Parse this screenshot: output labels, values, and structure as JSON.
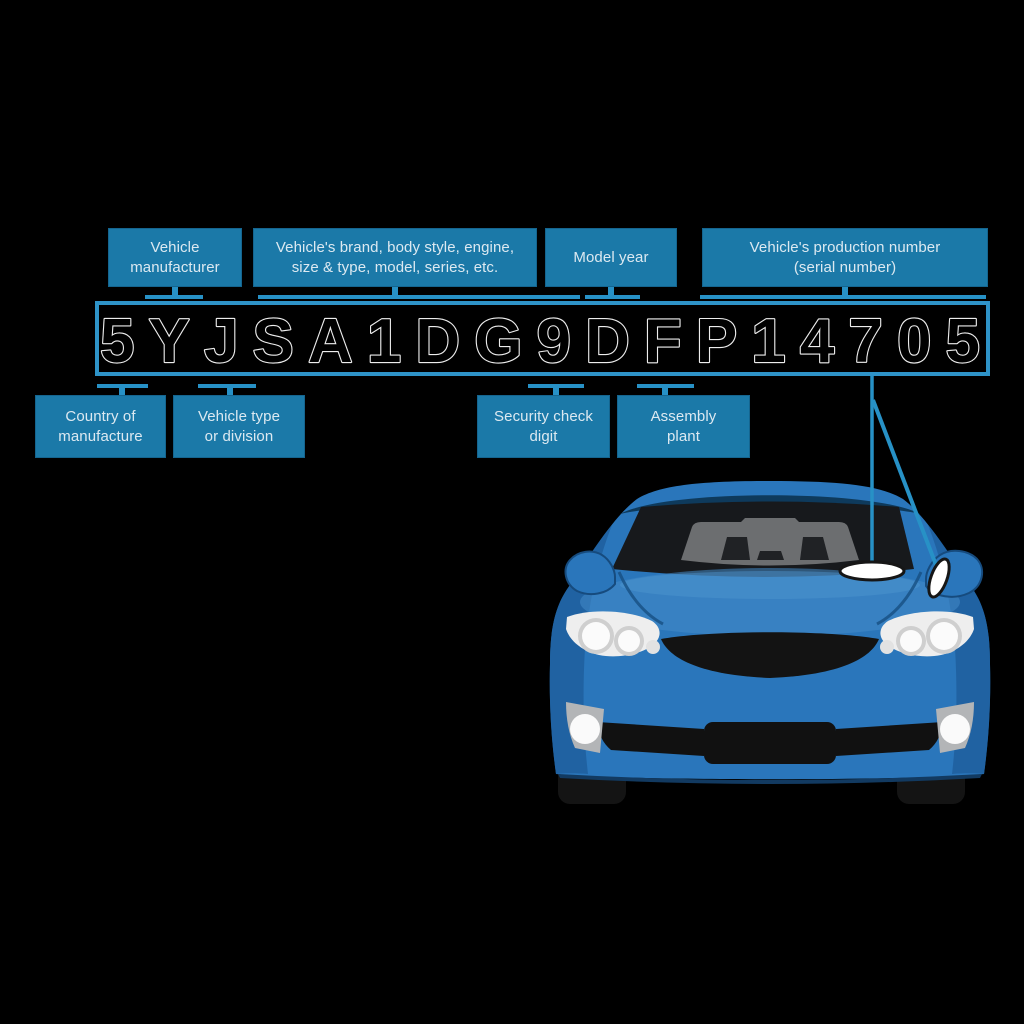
{
  "vin": {
    "value": "5YJSA1DG9DFP14705"
  },
  "top_labels": [
    {
      "line1": "Vehicle",
      "line2": "manufacturer"
    },
    {
      "line1": "Vehicle's brand, body style, engine,",
      "line2": "size & type, model, series, etc."
    },
    {
      "line1": "Model year",
      "line2": ""
    },
    {
      "line1": "Vehicle's production number",
      "line2": "(serial number)"
    }
  ],
  "bottom_labels": [
    {
      "line1": "Country of",
      "line2": "manufacture"
    },
    {
      "line1": "Vehicle type",
      "line2": "or division"
    },
    {
      "line1": "Security check",
      "line2": "digit"
    },
    {
      "line1": "Assembly",
      "line2": "plant"
    }
  ],
  "colors": {
    "background": "#000000",
    "label_box": "#1B79A8",
    "label_box_border": "#15658F",
    "label_text": "#DCE9F1",
    "connector": "#2791C6",
    "vin_box_border": "#2E93C8",
    "vin_text_fill": "#000000",
    "vin_text_outline": "#EDEDED",
    "vin_plate": "#FFFFFF",
    "car_body": "#2A76BB",
    "car_body_shadow": "#1E5C99",
    "car_roof": "#0E3A5C",
    "car_glass": "#17191C",
    "car_trim": "#111111",
    "headlight": "#EEEEEE"
  }
}
